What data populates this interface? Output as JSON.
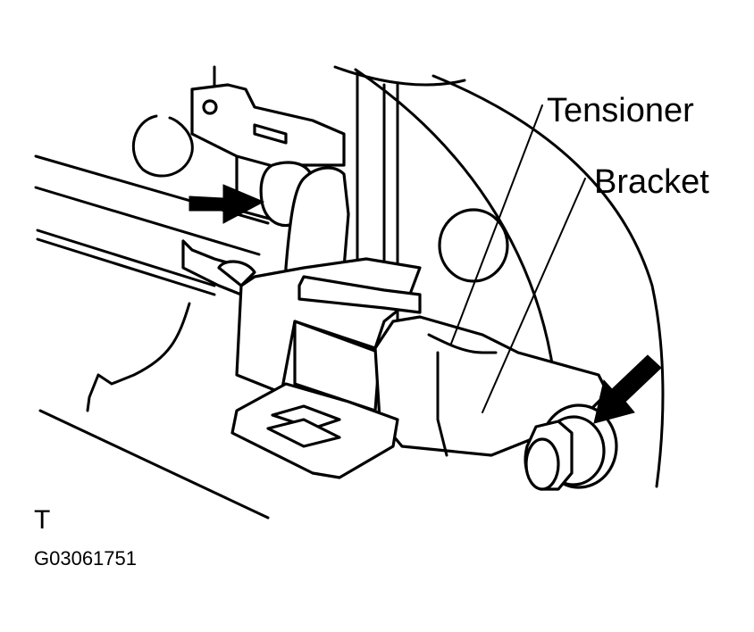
{
  "labels": {
    "tensioner": "Tensioner",
    "bracket": "Bracket",
    "orientation_mark": "T",
    "figure_code": "G03061751"
  },
  "colors": {
    "ink": "#000000",
    "background": "#ffffff"
  }
}
